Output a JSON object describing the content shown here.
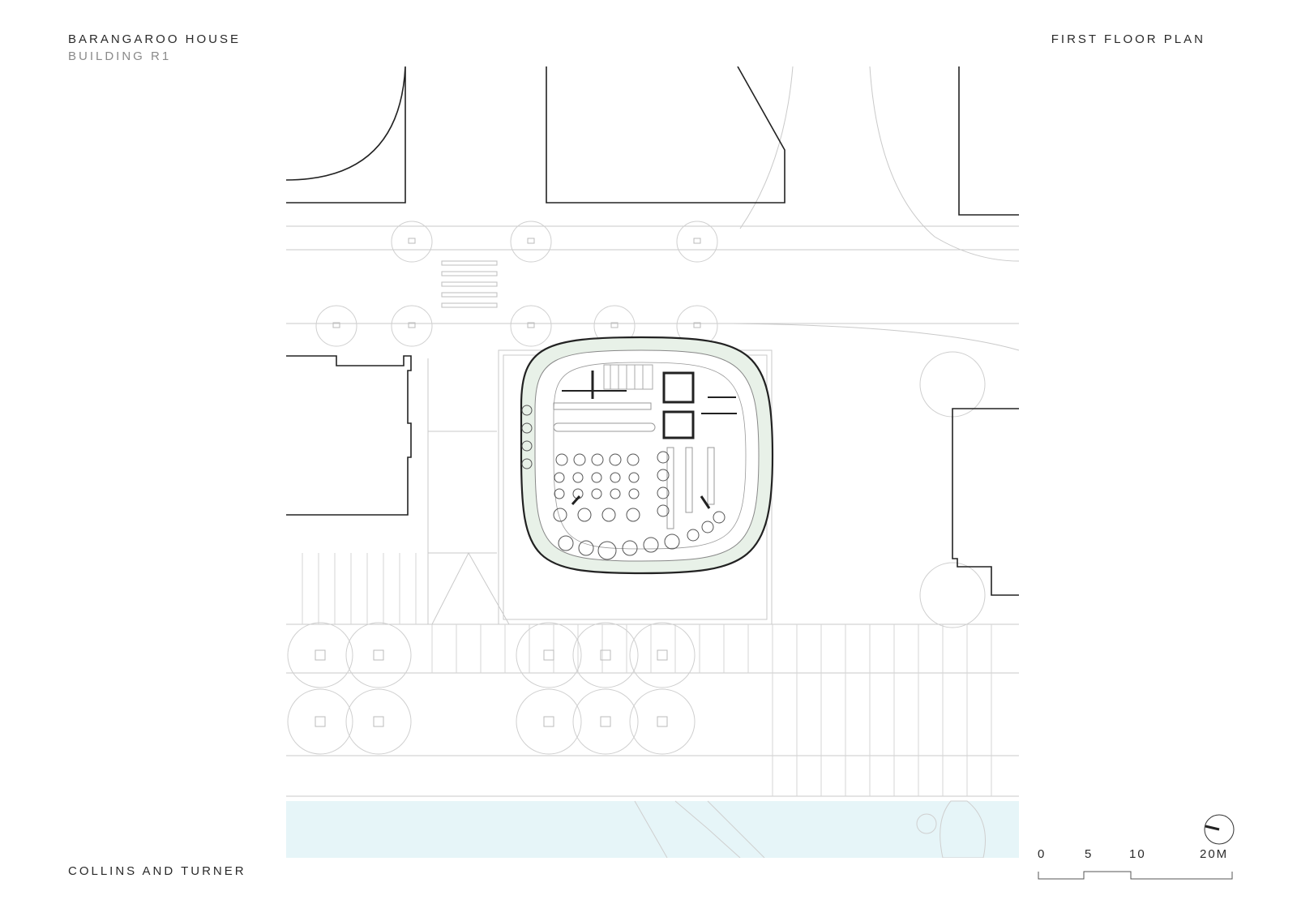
{
  "title_block": {
    "project": "BARANGAROO HOUSE",
    "building": "BUILDING R1",
    "sheet": "FIRST FLOOR PLAN",
    "firm": "COLLINS AND TURNER"
  },
  "scale_bar": {
    "ticks": [
      "0",
      "5",
      "10",
      "20M"
    ]
  },
  "colors": {
    "ink": "#222222",
    "fine_line": "#c4c4c4",
    "planter": "#e8f1e8",
    "water": "#e6f5f8"
  },
  "icons": [
    "north-arrow-icon",
    "tree-icon",
    "chair-cluster-icon"
  ]
}
